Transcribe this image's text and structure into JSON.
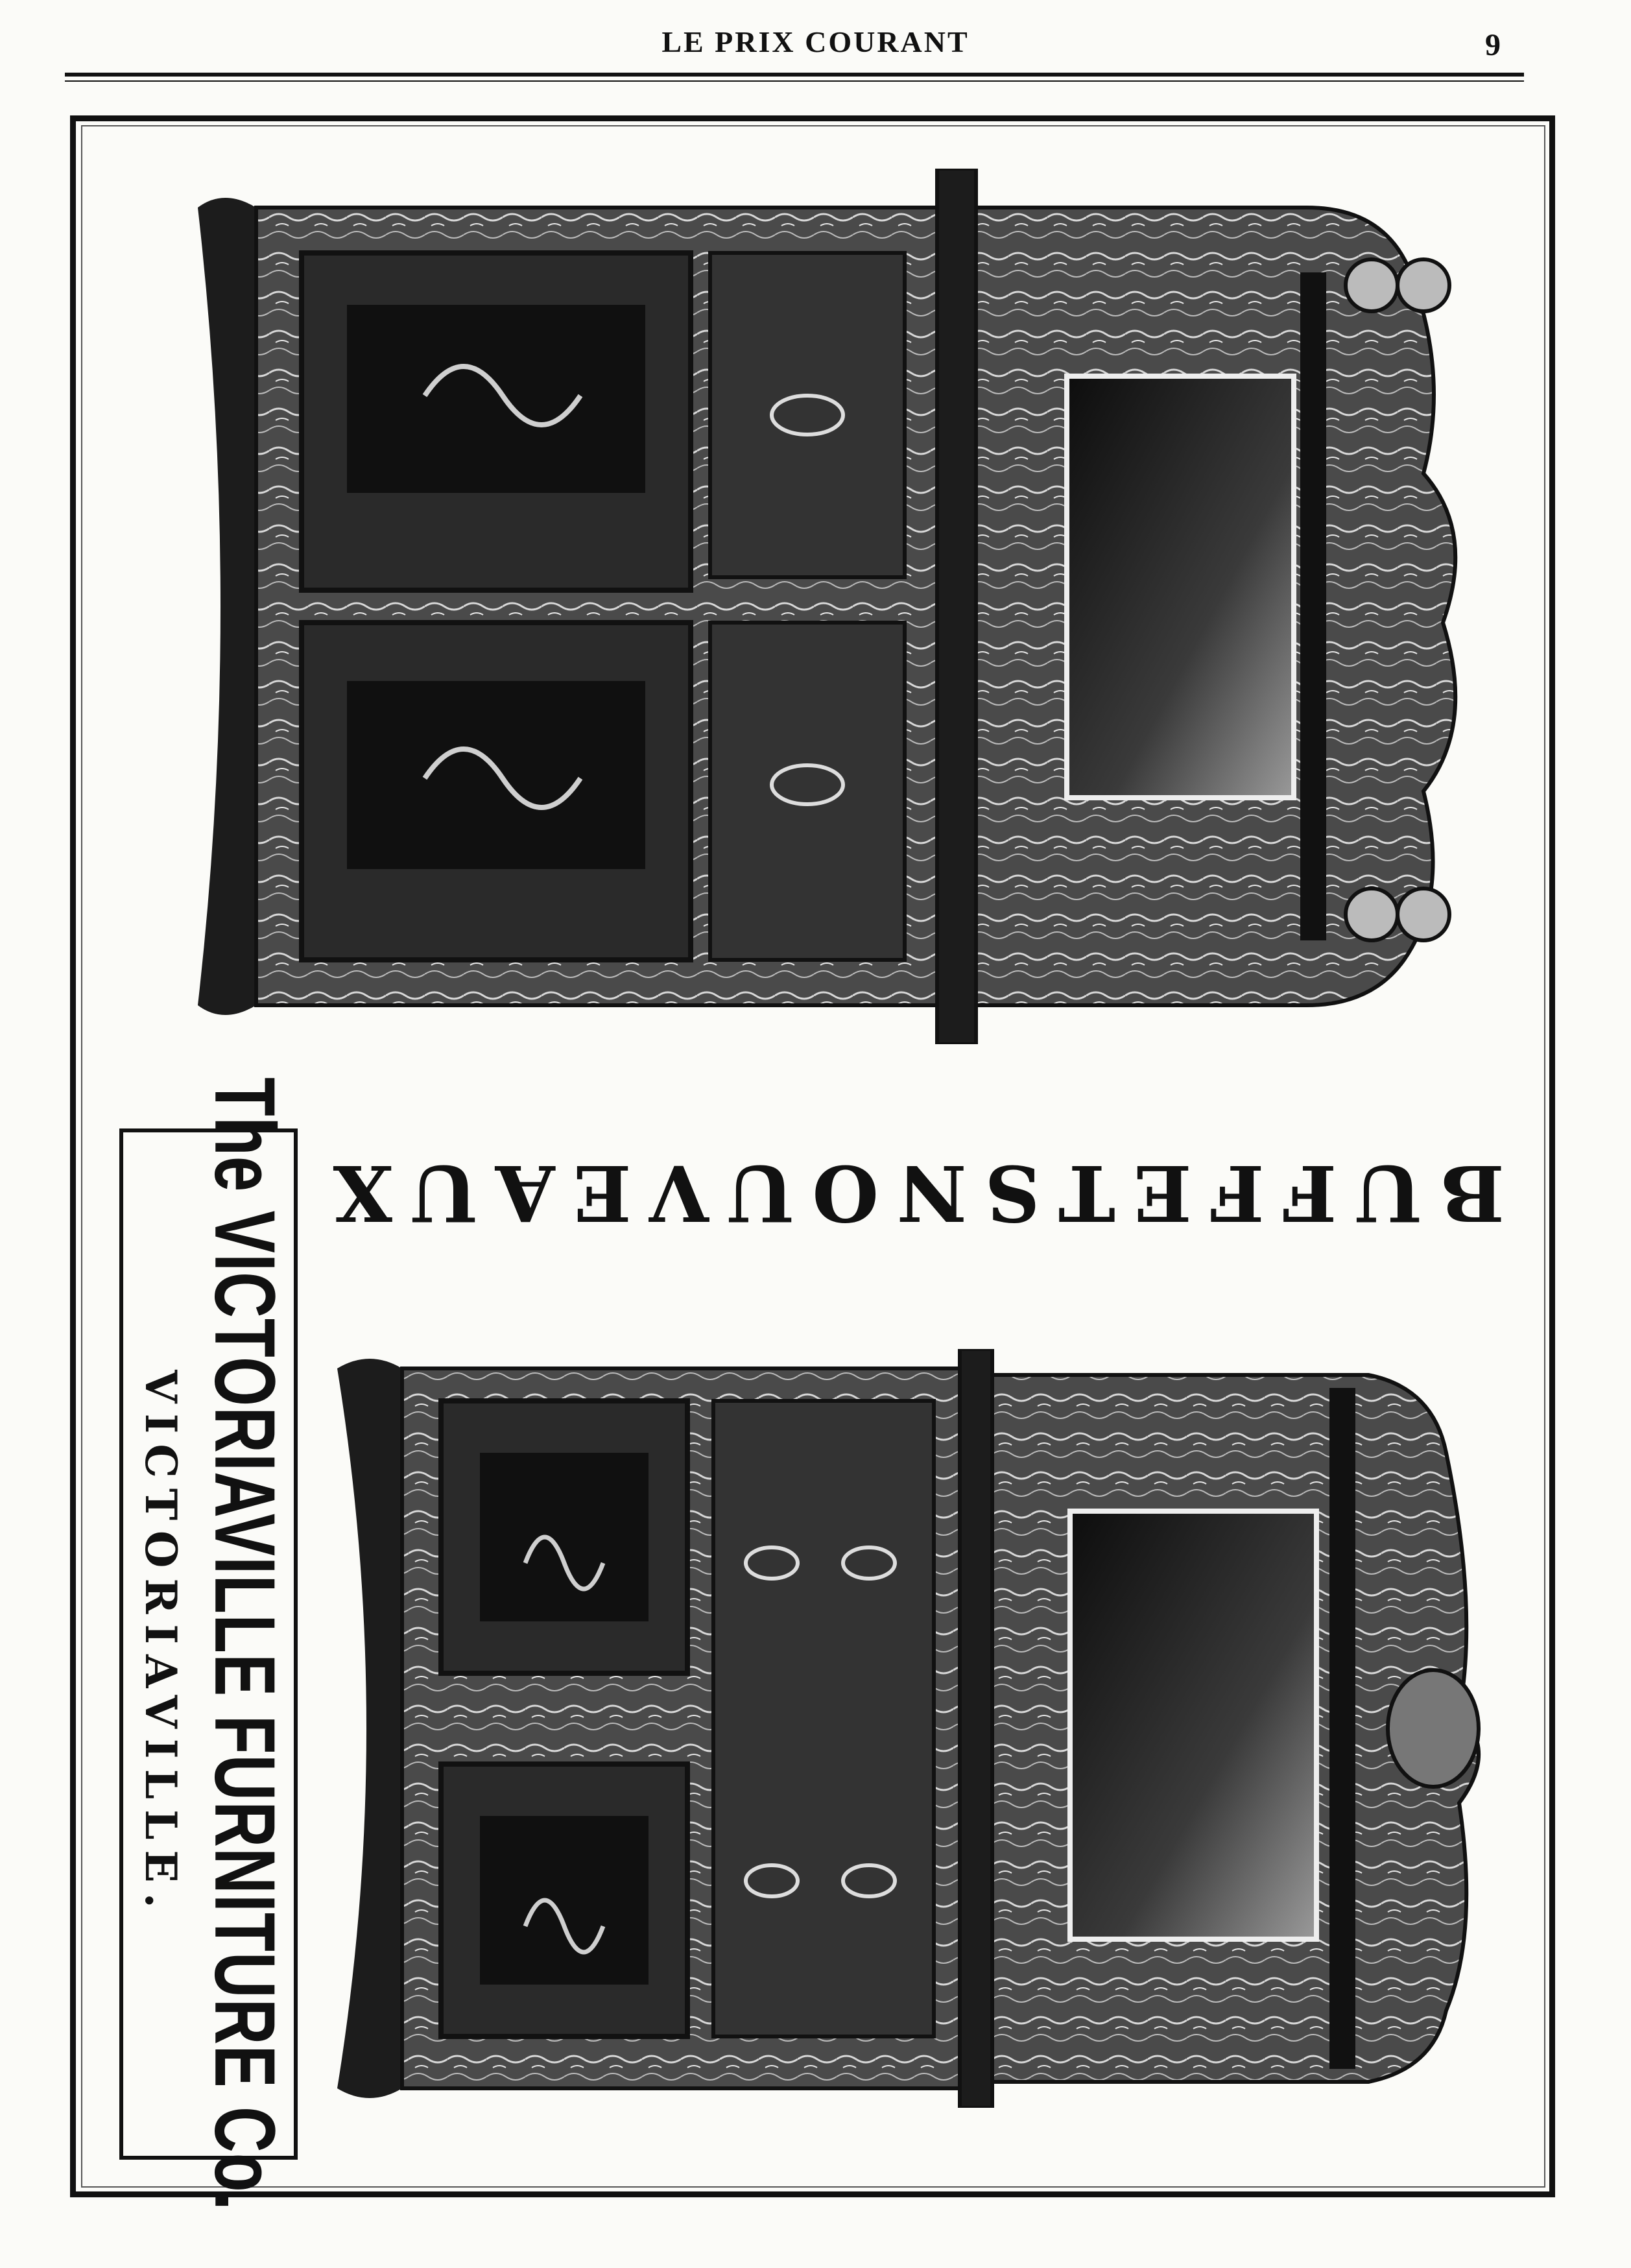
{
  "header": {
    "title": "LE PRIX COURANT",
    "page_number": "9"
  },
  "advertisement": {
    "headline_word_1": "BUFFETS",
    "headline_word_2": "NOUVEAUX",
    "manufacturer": "The VICTORIAVILLE FURNITURE Co.",
    "city": "VICTORIAVILLE."
  },
  "illustrations": [
    {
      "icon": "buffet-illustration-icon"
    },
    {
      "icon": "buffet-illustration-icon"
    }
  ],
  "colors": {
    "ink": "#111111",
    "paper": "#fbfbf8",
    "wood_mid": "#4a4a4a",
    "wood_dark": "#1c1c1c"
  }
}
